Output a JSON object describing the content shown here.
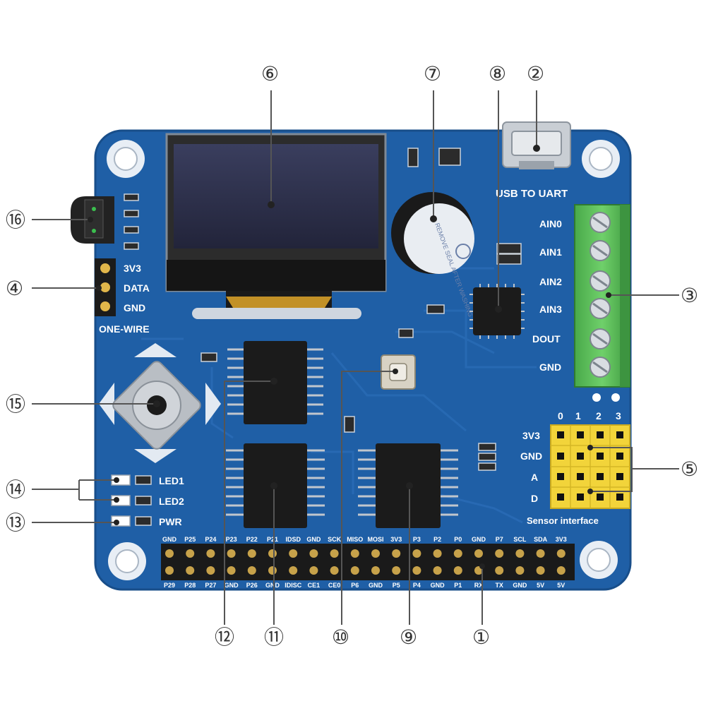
{
  "colors": {
    "pcb": "#1f5fa6",
    "pcb_dark": "#16487f",
    "terminal_green": "#5cc35a",
    "jumper_yellow": "#f2d43a",
    "chip_black": "#1b1b1b",
    "silk_white": "#ffffff"
  },
  "callouts": {
    "c1": "①",
    "c2": "②",
    "c3": "③",
    "c4": "④",
    "c5": "⑤",
    "c6": "⑥",
    "c7": "⑦",
    "c8": "⑧",
    "c9": "⑨",
    "c10": "⑩",
    "c11": "⑪",
    "c12": "⑫",
    "c13": "⑬",
    "c14": "⑭",
    "c15": "⑮",
    "c16": "⑯"
  },
  "silkscreen": {
    "usb_to_uart": "USB TO UART",
    "terminal": [
      "AIN0",
      "AIN1",
      "AIN2",
      "AIN3",
      "DOUT",
      "GND"
    ],
    "sensor_cols": [
      "0",
      "1",
      "2",
      "3"
    ],
    "sensor_rows": [
      "3V3",
      "GND",
      "A",
      "D"
    ],
    "sensor_interface": "Sensor interface",
    "onewire": [
      "3V3",
      "DATA",
      "GND"
    ],
    "onewire_title": "ONE-WIRE",
    "led1": "LED1",
    "led2": "LED2",
    "pwr": "PWR",
    "buzzer_text": "REMOVE SEAL AFTER WASHING",
    "gpio_top": [
      "GND",
      "P25",
      "P24",
      "P23",
      "P22",
      "P21",
      "IDSD",
      "GND",
      "SCK",
      "MISO",
      "MOSI",
      "3V3",
      "P3",
      "P2",
      "P0",
      "GND",
      "P7",
      "SCL",
      "SDA",
      "3V3"
    ],
    "gpio_bottom": [
      "P29",
      "P28",
      "P27",
      "GND",
      "P26",
      "GND",
      "IDISC",
      "CE1",
      "CE0",
      "P6",
      "GND",
      "P5",
      "P4",
      "GND",
      "P1",
      "RX",
      "TX",
      "GND",
      "5V",
      "5V"
    ]
  }
}
